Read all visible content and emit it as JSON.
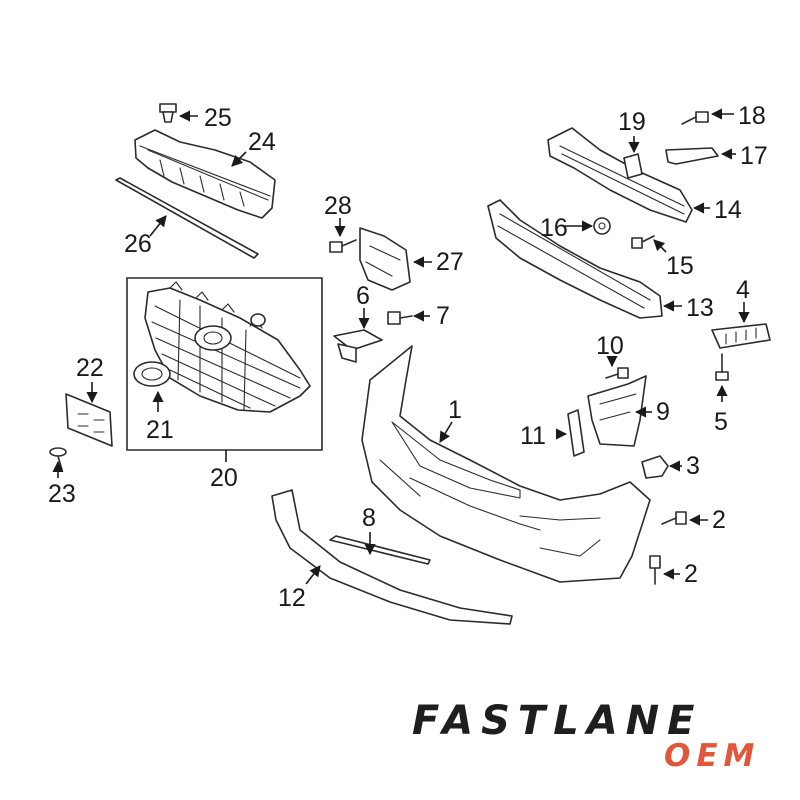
{
  "callouts": [
    {
      "id": "1",
      "label": "1"
    },
    {
      "id": "2a",
      "label": "2"
    },
    {
      "id": "2b",
      "label": "2"
    },
    {
      "id": "3",
      "label": "3"
    },
    {
      "id": "4",
      "label": "4"
    },
    {
      "id": "5",
      "label": "5"
    },
    {
      "id": "6",
      "label": "6"
    },
    {
      "id": "7",
      "label": "7"
    },
    {
      "id": "8",
      "label": "8"
    },
    {
      "id": "9",
      "label": "9"
    },
    {
      "id": "10",
      "label": "10"
    },
    {
      "id": "11",
      "label": "11"
    },
    {
      "id": "12",
      "label": "12"
    },
    {
      "id": "13",
      "label": "13"
    },
    {
      "id": "14",
      "label": "14"
    },
    {
      "id": "15",
      "label": "15"
    },
    {
      "id": "16",
      "label": "16"
    },
    {
      "id": "17",
      "label": "17"
    },
    {
      "id": "18",
      "label": "18"
    },
    {
      "id": "19",
      "label": "19"
    },
    {
      "id": "20",
      "label": "20"
    },
    {
      "id": "21",
      "label": "21"
    },
    {
      "id": "22",
      "label": "22"
    },
    {
      "id": "23",
      "label": "23"
    },
    {
      "id": "24",
      "label": "24"
    },
    {
      "id": "25",
      "label": "25"
    },
    {
      "id": "26",
      "label": "26"
    },
    {
      "id": "27",
      "label": "27"
    },
    {
      "id": "28",
      "label": "28"
    }
  ],
  "brand": {
    "name": "FASTLANE",
    "sub": "OEM",
    "name_color": "#1e1e1e",
    "sub_color": "#e0573b"
  }
}
